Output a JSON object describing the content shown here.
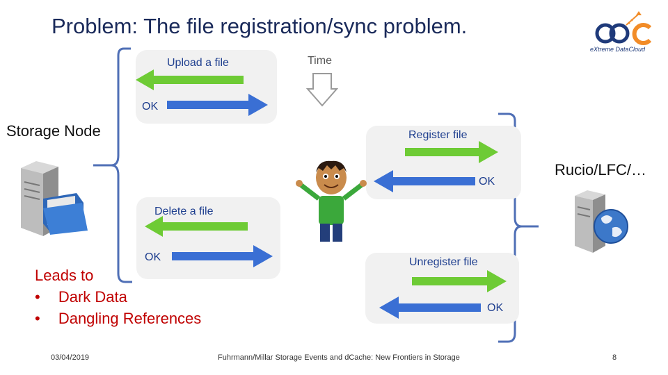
{
  "title": "Problem: The file registration/sync problem.",
  "logo": {
    "text": "eXtreme DataCloud",
    "mark": "XDC"
  },
  "time_label": "Time",
  "storage_node_label": "Storage Node",
  "catalog_label": "Rucio/LFC/…",
  "upload": {
    "request": "Upload a file",
    "reply": "OK"
  },
  "register": {
    "request": "Register file",
    "reply": "OK"
  },
  "delete": {
    "request": "Delete a file",
    "reply": "OK"
  },
  "unregister": {
    "request": "Unregister file",
    "reply": "OK"
  },
  "leads_to": {
    "heading": "Leads to",
    "items": [
      "Dark Data",
      "Dangling References"
    ]
  },
  "footer": {
    "date": "03/04/2019",
    "center": "Fuhrmann/Millar Storage Events and dCache: New Frontiers in Storage",
    "page": "8"
  },
  "colors": {
    "green_arrow": "#6ecb35",
    "blue_arrow": "#3a6fd4",
    "red_text": "#c00000",
    "logo_orange": "#f28c28",
    "logo_blue": "#1f3a7a"
  }
}
